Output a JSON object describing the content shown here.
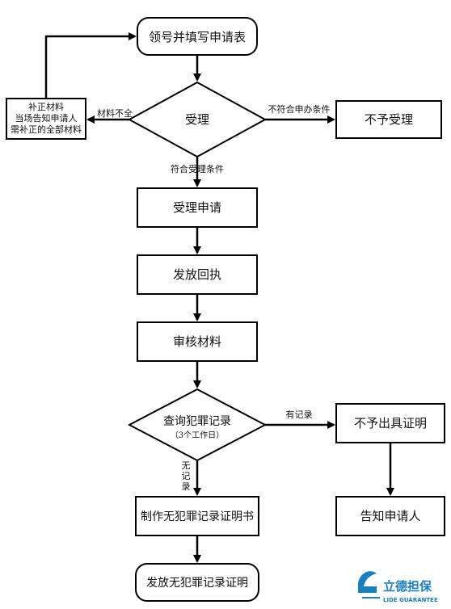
{
  "nodes": {
    "start": "领号并填写申请表",
    "accept": "受理",
    "supplement": [
      "补正材料",
      "当场告知申请人",
      "需补正的全部材料"
    ],
    "reject": "不予受理",
    "accept_application": "受理申请",
    "issue_receipt": "发放回执",
    "review": "审核材料",
    "query": "查询犯罪记录",
    "query_note": "（3个工作日）",
    "no_certificate": "不予出具证明",
    "notify": "告知申请人",
    "make_certificate": "制作无犯罪记录证明书",
    "issue_certificate": "发放无犯罪记录证明"
  },
  "edges": {
    "incomplete": "材料不全",
    "not_eligible": "不符合申办条件",
    "eligible": "符合受理条件",
    "has_record": "有记录",
    "no_record": [
      "无",
      "记",
      "录"
    ]
  },
  "logo": {
    "name_cn": "立德担保",
    "name_en": "LIDE GUARANTEE",
    "color": "#1a7fc1"
  }
}
